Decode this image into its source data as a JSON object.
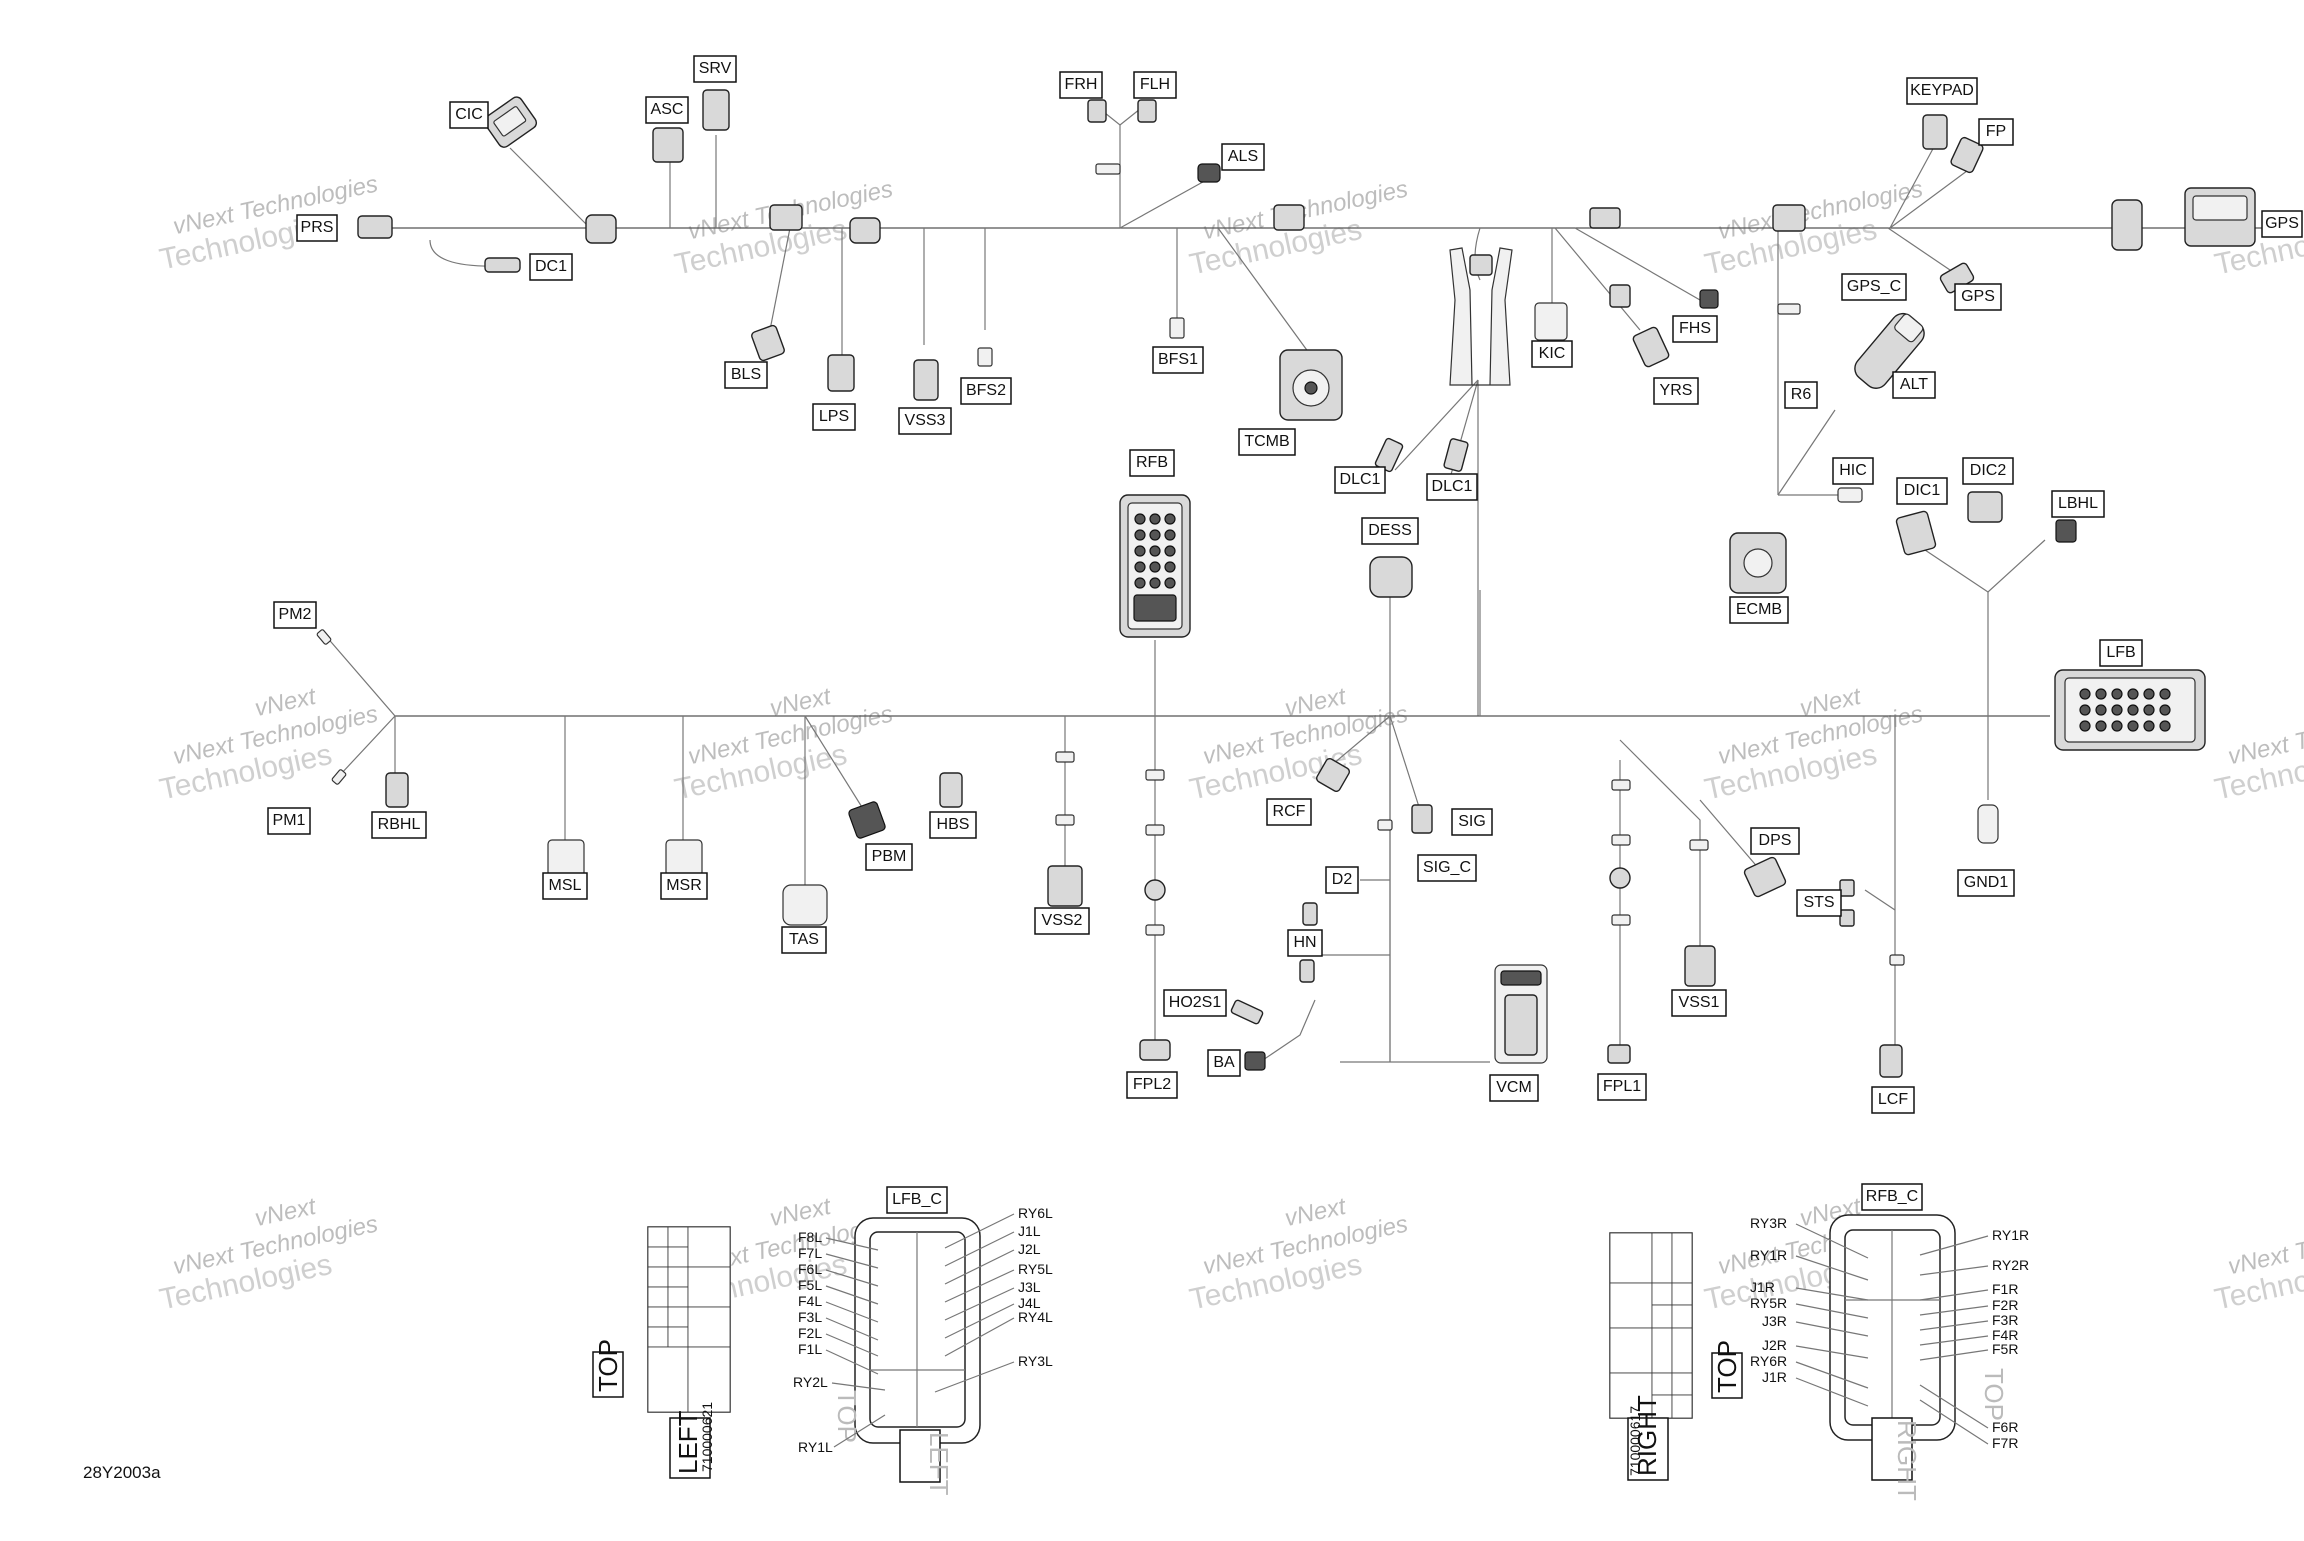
{
  "diagram": {
    "code": "28Y2003a",
    "watermark": {
      "line1": "vNext Technologies",
      "line2": "vNext",
      "line3": "Technologies"
    },
    "labels": {
      "PRS": "PRS",
      "DC1": "DC1",
      "CIC": "CIC",
      "ASC": "ASC",
      "SRV": "SRV",
      "BLS": "BLS",
      "LPS": "LPS",
      "VSS3": "VSS3",
      "BFS2": "BFS2",
      "FRH": "FRH",
      "FLH": "FLH",
      "ALS": "ALS",
      "BFS1": "BFS1",
      "TCMB": "TCMB",
      "DLC1a": "DLC1",
      "DLC1b": "DLC1",
      "KIC": "KIC",
      "YRS": "YRS",
      "FHS": "FHS",
      "KEYPAD": "KEYPAD",
      "FP": "FP",
      "GPS_C": "GPS_C",
      "GPS": "GPS",
      "GPS2": "GPS",
      "R6": "R6",
      "ALT": "ALT",
      "HIC": "HIC",
      "DIC1": "DIC1",
      "DIC2": "DIC2",
      "LBHL": "LBHL",
      "ECMB": "ECMB",
      "RFB": "RFB",
      "DESS": "DESS",
      "LFB": "LFB",
      "PM2": "PM2",
      "PM1": "PM1",
      "RBHL": "RBHL",
      "MSL": "MSL",
      "MSR": "MSR",
      "TAS": "TAS",
      "PBM": "PBM",
      "HBS": "HBS",
      "VSS2": "VSS2",
      "RCF": "RCF",
      "SIG": "SIG",
      "SIG_C": "SIG_C",
      "D2": "D2",
      "HN": "HN",
      "HO2S1": "HO2S1",
      "BA": "BA",
      "FPL2": "FPL2",
      "VCM": "VCM",
      "FPL1": "FPL1",
      "DPS": "DPS",
      "STS": "STS",
      "VSS1": "VSS1",
      "LCF": "LCF",
      "GND1": "GND1",
      "LFB_C": "LFB_C",
      "RFB_C": "RFB_C"
    },
    "lfb_c_left_pins": [
      "F8L",
      "F7L",
      "F6L",
      "F5L",
      "F4L",
      "F3L",
      "F2L",
      "F1L",
      "RY2L",
      "RY1L"
    ],
    "lfb_c_right_pins": [
      "RY6L",
      "J1L",
      "J2L",
      "RY5L",
      "J3L",
      "J4L",
      "RY4L",
      "RY3L"
    ],
    "rfb_c_left_pins": [
      "RY3R",
      "RY1R",
      "J1R",
      "RY5R",
      "J3R",
      "J2R",
      "RY6R",
      "J1R"
    ],
    "rfb_c_right_pins": [
      "RY1R",
      "RY2R",
      "F1R",
      "F2R",
      "F3R",
      "F4R",
      "F5R",
      "F6R",
      "F7R"
    ],
    "fuse_left": {
      "top": "TOP",
      "side": "LEFT",
      "part": "710000621",
      "ghost_top": "TOP",
      "ghost_side": "LEFT"
    },
    "fuse_right": {
      "top": "TOP",
      "side": "RIGHT",
      "part": "710000617",
      "ghost_top": "TOP",
      "ghost_side": "RIGHT"
    }
  }
}
